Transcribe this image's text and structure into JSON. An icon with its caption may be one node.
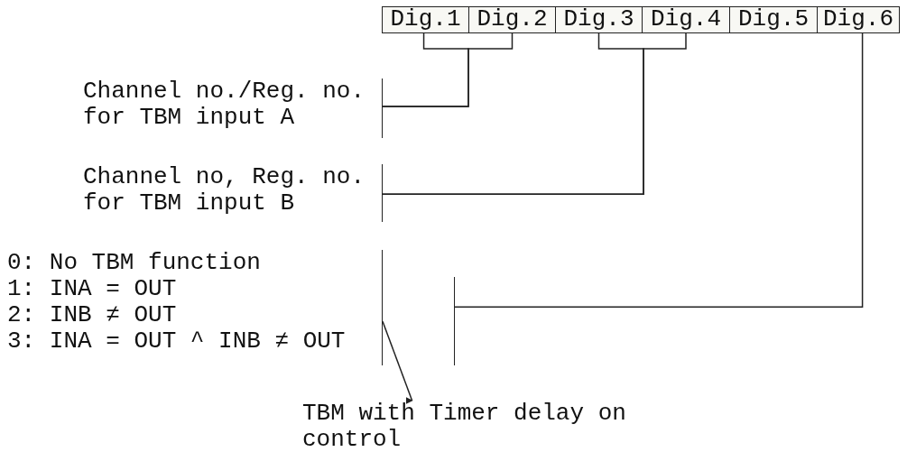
{
  "diagram": {
    "nodes": [
      {
        "text": [
          "Dig.1"
        ]
      },
      {
        "text": [
          "Dig.2"
        ]
      },
      {
        "text": [
          "Dig.3"
        ]
      },
      {
        "text": [
          "Dig.4"
        ]
      },
      {
        "text": [
          "Dig.5"
        ]
      },
      {
        "text": [
          "Dig.6"
        ]
      },
      {
        "text": [
          "Channel no./Reg. no. for TBM input A"
        ]
      },
      {
        "text": [
          "Channel no, Reg. no. for TBM input B"
        ]
      },
      {
        "text": [
          "0: No TBM function",
          "1: INA = OUT",
          "2: INB ≠ OUT",
          "3: INA = OUT ^ INB ≠ OUT"
        ]
      },
      {
        "text": [],
        "shape": "bar"
      },
      {
        "text": [
          "TBM with Timer delay on control"
        ]
      }
    ],
    "edges": [
      {
        "from": 0,
        "to": 6,
        "arrow": "none"
      },
      {
        "from": 1,
        "to": 6,
        "arrow": "none"
      },
      {
        "from": 2,
        "to": 7,
        "arrow": "none"
      },
      {
        "from": 3,
        "to": 7,
        "arrow": "none"
      },
      {
        "from": 5,
        "to": 9,
        "arrow": "none"
      },
      {
        "from": 8,
        "to": 10,
        "arrow": "to"
      }
    ]
  }
}
